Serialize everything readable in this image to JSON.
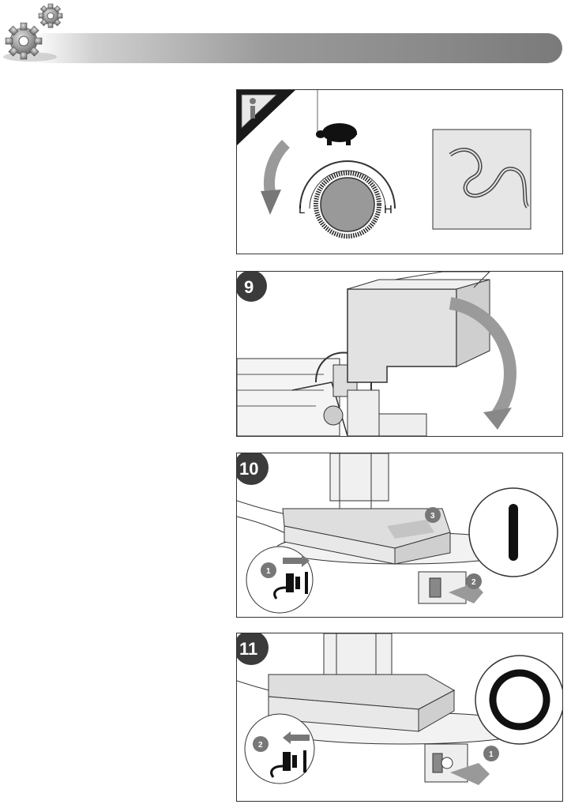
{
  "panels": [
    {
      "number": "",
      "dial_low": "L",
      "dial_high": "H"
    },
    {
      "number": "9"
    },
    {
      "number": "10",
      "markers": [
        "1",
        "2",
        "3"
      ]
    },
    {
      "number": "11",
      "markers": [
        "1",
        "2"
      ]
    }
  ],
  "colors": {
    "header_bar": "#8a8a8a",
    "badge": "#3b3b3b",
    "arrow": "#9a9a9a",
    "wood": "#dedede"
  },
  "icons": [
    "gears-icon",
    "info-icon",
    "turtle-icon",
    "power-plug-icon"
  ]
}
